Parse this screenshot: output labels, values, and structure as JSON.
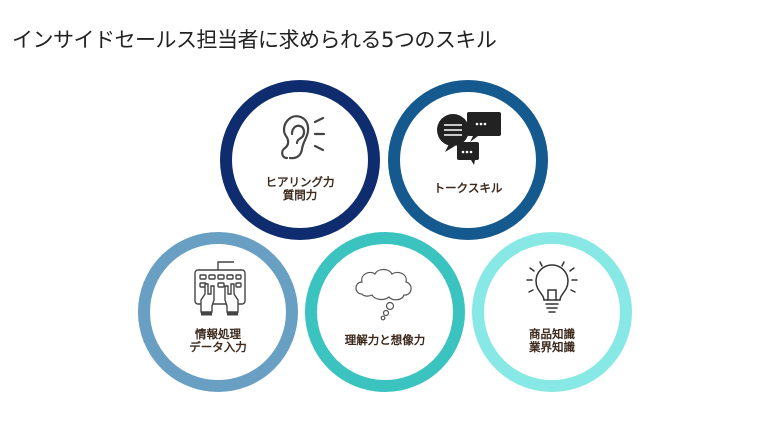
{
  "title": "インサイドセールス担当者に求められる5つのスキル",
  "skills": [
    {
      "line1": "ヒアリング力",
      "line2": "質問力",
      "color": "#0f2d6e",
      "icon": "ear-icon"
    },
    {
      "line1": "トークスキル",
      "color": "#155a8e",
      "icon": "chat-bubbles-icon"
    },
    {
      "line1": "情報処理",
      "line2": "データ入力",
      "color": "#6a9fc4",
      "icon": "keyboard-icon"
    },
    {
      "line1": "理解力と想像力",
      "color": "#3bc3c0",
      "icon": "thought-cloud-icon"
    },
    {
      "line1": "商品知識",
      "line2": "業界知識",
      "color": "#88e8e5",
      "icon": "lightbulb-icon"
    }
  ]
}
